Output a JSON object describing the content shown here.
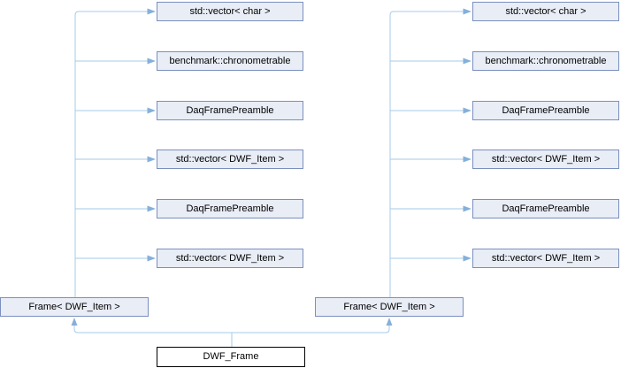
{
  "colors": {
    "edge_line": "#A6CBE7",
    "edge_arrow": "#85B0DA",
    "node_fill": "#E8EDF6",
    "node_border": "#7B8FBE",
    "main_fill": "#FFFFFF",
    "main_border": "#000000",
    "text": "#000000"
  },
  "nodes": {
    "left": [
      "std::vector< char >",
      "benchmark::chronometrable",
      "DaqFramePreamble",
      "std::vector< DWF_Item >",
      "DaqFramePreamble",
      "std::vector< DWF_Item >"
    ],
    "right": [
      "std::vector< char >",
      "benchmark::chronometrable",
      "DaqFramePreamble",
      "std::vector< DWF_Item >",
      "DaqFramePreamble",
      "std::vector< DWF_Item >"
    ],
    "frame_left": "Frame< DWF_Item >",
    "frame_right": "Frame< DWF_Item >",
    "main": "DWF_Frame"
  }
}
